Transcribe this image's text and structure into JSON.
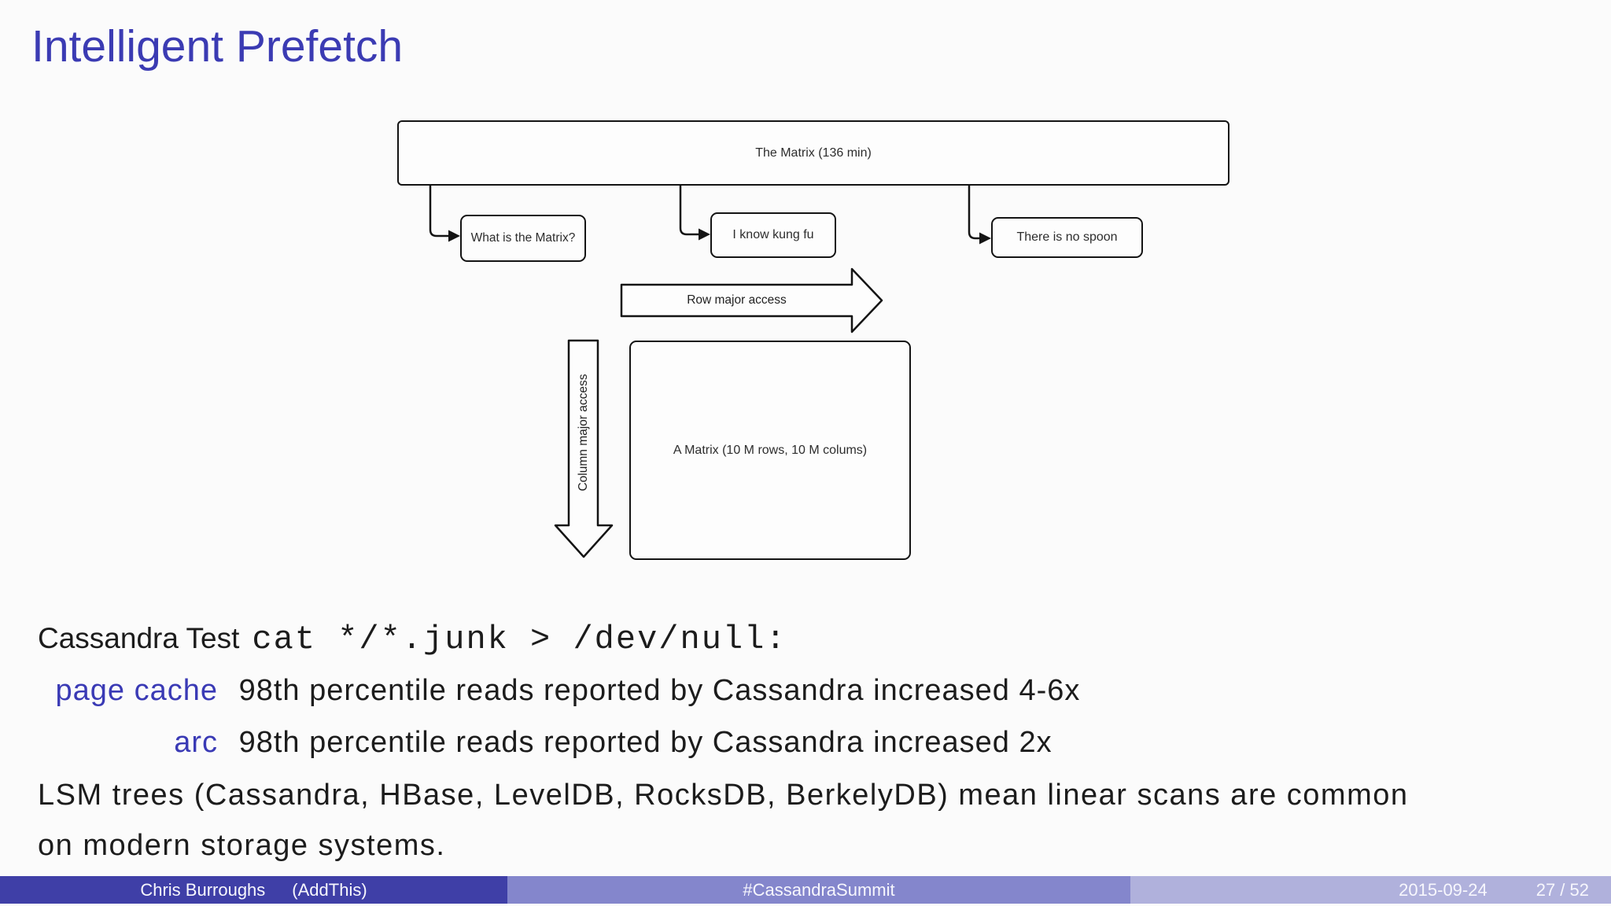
{
  "slide": {
    "title": "Intelligent Prefetch"
  },
  "diagram": {
    "root_box": "The Matrix (136 min)",
    "child_boxes": [
      {
        "label": "What is the Matrix?"
      },
      {
        "label": "I know kung fu"
      },
      {
        "label": "There is no spoon"
      }
    ],
    "row_arrow_label": "Row major access",
    "column_arrow_label": "Column major access",
    "matrix_box": "A Matrix (10 M rows, 10 M colums)"
  },
  "body": {
    "test_prefix": "Cassandra Test",
    "test_command": "cat */*.junk > /dev/null:",
    "results": [
      {
        "term": "page cache",
        "desc": "98th percentile reads reported by Cassandra increased 4-6x"
      },
      {
        "term": "arc",
        "desc": "98th percentile reads reported by Cassandra increased 2x"
      }
    ],
    "lsm_lines": [
      "LSM trees (Cassandra, HBase, LevelDB, RocksDB, BerkelyDB) mean linear scans are common",
      "on modern storage systems."
    ]
  },
  "footer": {
    "author": "Chris Burroughs",
    "affiliation": "(AddThis)",
    "event": "#CassandraSummit",
    "date": "2015-09-24",
    "page": "27 / 52"
  },
  "colors": {
    "structure_blue": "#3b3bb3",
    "term_blue": "#3a3ab5",
    "footer_left": "#3f3fa7",
    "footer_middle": "#8486cc",
    "footer_right": "#b0b1dc",
    "background": "#fbfbfb",
    "diagram_stroke": "#141414"
  }
}
